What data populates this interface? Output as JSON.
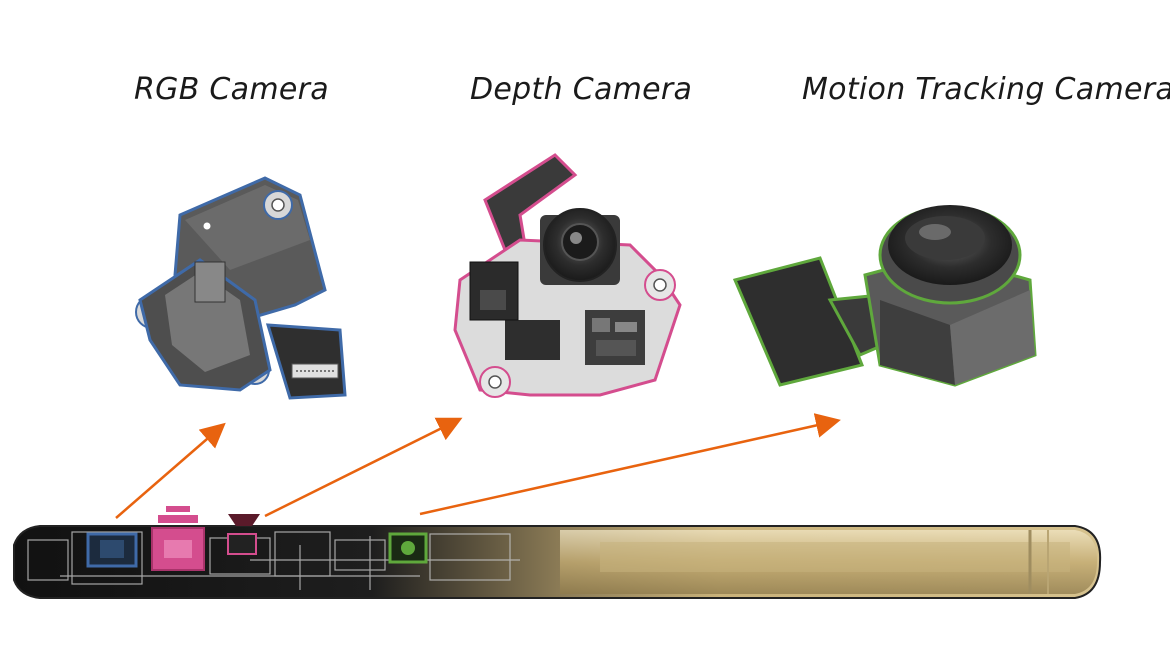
{
  "labels": {
    "rgb": "RGB Camera",
    "depth": "Depth Camera",
    "motion": "Motion Tracking Camera"
  },
  "colors": {
    "arrow": "#e8630f",
    "rgb_outline": "#3f6aa8",
    "depth_outline": "#d44d8e",
    "motion_outline": "#5fa83c",
    "phone_gold": "#c9b27a",
    "module_body": "#4a4a4a"
  },
  "icons": {
    "rgb": "rgb-camera-module-icon",
    "depth": "depth-camera-module-icon",
    "motion": "motion-tracking-camera-module-icon",
    "device": "phone-cross-section-icon"
  }
}
